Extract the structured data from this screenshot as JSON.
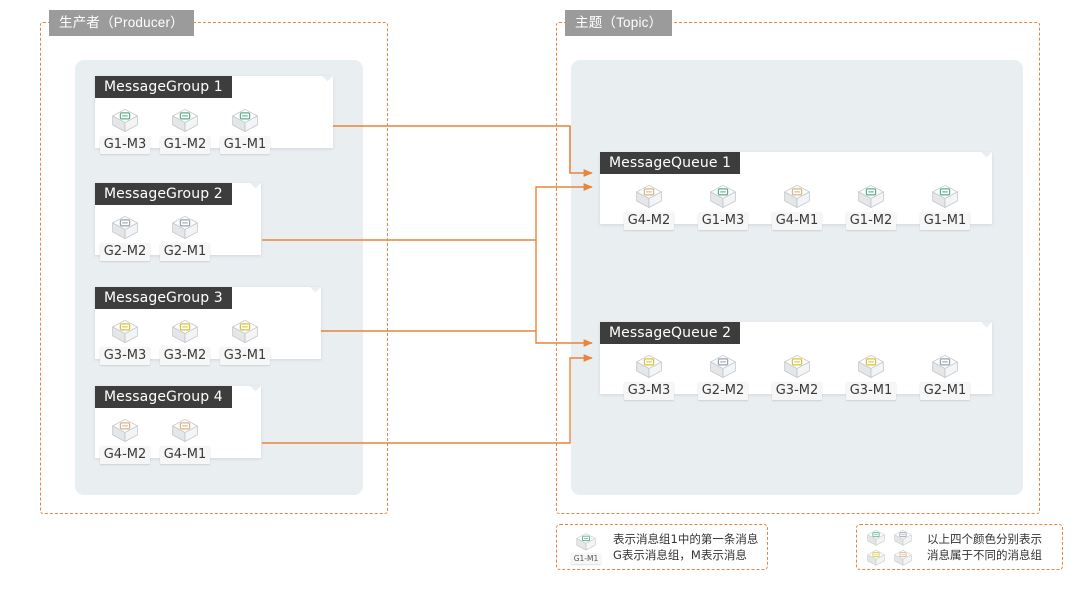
{
  "zones": {
    "producer": {
      "title": "生产者（Producer）"
    },
    "topic": {
      "title": "主题（Topic）"
    }
  },
  "colors": {
    "accent_orange": "#e8843c",
    "zone_title_bg": "#9b9b9b",
    "card_tab_bg": "#3d3d3d",
    "panel_bg": "#e9eef1",
    "g1_green": "#5fae8c",
    "g2_gray": "#9aa3b0",
    "g3_yellow": "#d8c33f",
    "g4_tan": "#d9b48a"
  },
  "producer": {
    "groups": [
      {
        "title": "MessageGroup 1",
        "messages": [
          {
            "label": "G1-M3",
            "group": "g1"
          },
          {
            "label": "G1-M2",
            "group": "g1"
          },
          {
            "label": "G1-M1",
            "group": "g1"
          }
        ]
      },
      {
        "title": "MessageGroup 2",
        "messages": [
          {
            "label": "G2-M2",
            "group": "g2"
          },
          {
            "label": "G2-M1",
            "group": "g2"
          }
        ]
      },
      {
        "title": "MessageGroup 3",
        "messages": [
          {
            "label": "G3-M3",
            "group": "g3"
          },
          {
            "label": "G3-M2",
            "group": "g3"
          },
          {
            "label": "G3-M1",
            "group": "g3"
          }
        ]
      },
      {
        "title": "MessageGroup 4",
        "messages": [
          {
            "label": "G4-M2",
            "group": "g4"
          },
          {
            "label": "G4-M1",
            "group": "g4"
          }
        ]
      }
    ]
  },
  "topic": {
    "queues": [
      {
        "title": "MessageQueue 1",
        "messages": [
          {
            "label": "G4-M2",
            "group": "g4"
          },
          {
            "label": "G1-M3",
            "group": "g1"
          },
          {
            "label": "G4-M1",
            "group": "g4"
          },
          {
            "label": "G1-M2",
            "group": "g1"
          },
          {
            "label": "G1-M1",
            "group": "g1"
          }
        ]
      },
      {
        "title": "MessageQueue 2",
        "messages": [
          {
            "label": "G3-M3",
            "group": "g3"
          },
          {
            "label": "G2-M2",
            "group": "g2"
          },
          {
            "label": "G3-M2",
            "group": "g3"
          },
          {
            "label": "G3-M1",
            "group": "g3"
          },
          {
            "label": "G2-M1",
            "group": "g2"
          }
        ]
      }
    ]
  },
  "legends": {
    "single": {
      "sample_label": "G1-M1",
      "sample_group": "g1",
      "line1": "表示消息组1中的第一条消息",
      "line2": "G表示消息组，M表示消息"
    },
    "palette": {
      "swatch_groups": [
        "g1",
        "g2",
        "g3",
        "g4"
      ],
      "line1": "以上四个颜色分别表示",
      "line2": "消息属于不同的消息组"
    }
  }
}
